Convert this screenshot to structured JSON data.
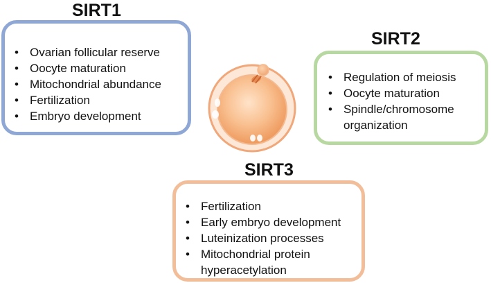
{
  "sirt1": {
    "title": "SIRT1",
    "color": "#8fa7d4",
    "items": [
      "Ovarian follicular reserve",
      "Oocyte maturation",
      "Mitochondrial abundance",
      "Fertilization",
      "Embryo development"
    ]
  },
  "sirt2": {
    "title": "SIRT2",
    "color": "#b8d8a2",
    "items": [
      "Regulation of meiosis",
      "Oocyte maturation",
      "Spindle/chromosome organization"
    ]
  },
  "sirt3": {
    "title": "SIRT3",
    "color": "#f2bd99",
    "items": [
      "Fertilization",
      "Early embryo development",
      "Luteinization processes",
      "Mitochondrial protein hyperacetylation"
    ]
  },
  "bullet_char": "•",
  "oocyte": {
    "icon": "oocyte-icon",
    "fill_color": "#f5ab78",
    "zona_color": "#f0a77a"
  }
}
